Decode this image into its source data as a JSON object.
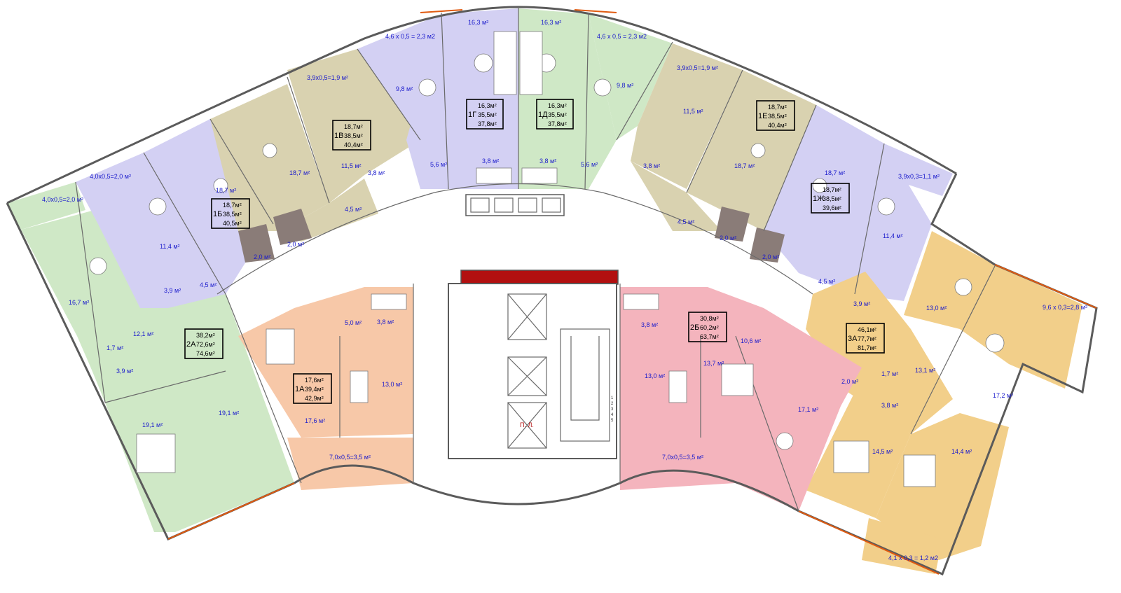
{
  "colors": {
    "violet": "#d3d0f3",
    "green": "#cfe8c6",
    "khaki": "#d9d2b0",
    "orange": "#f7c8a8",
    "pink": "#f4b4bd",
    "yellow": "#f2cf8a",
    "tech": "#8a7c78",
    "shaft_red": "#b21010",
    "wall": "#5b5b5b",
    "glass": "#e05a10"
  },
  "apartments": [
    {
      "id": "1Б",
      "name": "1Б",
      "v1": "18,7м²",
      "v2": "38,5м²",
      "v3": "40,5м²",
      "fill": "violet"
    },
    {
      "id": "1В",
      "name": "1В",
      "v1": "18,7м²",
      "v2": "38,5м²",
      "v3": "40,4м²",
      "fill": "khaki"
    },
    {
      "id": "1Г",
      "name": "1Г",
      "v1": "16,3м²",
      "v2": "35,5м²",
      "v3": "37,8м²",
      "fill": "violet"
    },
    {
      "id": "1Д",
      "name": "1Д",
      "v1": "16,3м²",
      "v2": "35,5м²",
      "v3": "37,8м²",
      "fill": "green"
    },
    {
      "id": "1Е",
      "name": "1Е",
      "v1": "18,7м²",
      "v2": "38,5м²",
      "v3": "40,4м²",
      "fill": "khaki"
    },
    {
      "id": "1Ж",
      "name": "1Ж",
      "v1": "18,7м²",
      "v2": "38,5м²",
      "v3": "39,6м²",
      "fill": "violet"
    },
    {
      "id": "2А",
      "name": "2А",
      "v1": "38,2м²",
      "v2": "72,6м²",
      "v3": "74,6м²",
      "fill": "green"
    },
    {
      "id": "1А",
      "name": "1А",
      "v1": "17,6м²",
      "v2": "39,4м²",
      "v3": "42,9м²",
      "fill": "orange"
    },
    {
      "id": "2Б",
      "name": "2Б",
      "v1": "30,8м²",
      "v2": "60,2м²",
      "v3": "63,7м²",
      "fill": "pink"
    },
    {
      "id": "3А",
      "name": "3А",
      "v1": "46,1м²",
      "v2": "77,7м²",
      "v3": "81,7м²",
      "fill": "yellow"
    }
  ],
  "room_labels": [
    "4,6 x 0,5 = 2,3 м2",
    "16,3 м²",
    "16,3 м²",
    "4,6 x 0,5 = 2,3 м2",
    "3,9x0,5=1,9 м²",
    "9,8 м²",
    "9,8 м²",
    "3,9x0,5=1,9 м²",
    "11,5 м²",
    "11,5 м²",
    "18,7 м²",
    "18,7 м²",
    "18,7 м²",
    "18,7 м²",
    "4,0x0,5=2,0 м²",
    "3,9x0,3=1,1 м²",
    "4,0x0,5=2,0 м²",
    "5,6 м²",
    "3,8 м²",
    "3,8 м²",
    "5,6 м²",
    "3,8 м²",
    "3,8 м²",
    "4,5 м²",
    "4,5 м²",
    "11,4 м²",
    "11,4 м²",
    "2,0 м²",
    "2,0 м²",
    "2,0 м²",
    "2,0 м²",
    "16,7 м²",
    "3,9 м²",
    "4,5 м²",
    "4,5 м²",
    "3,9 м²",
    "13,0 м²",
    "9,6 x 0,3=2,8 м²",
    "12,1 м²",
    "1,7 м²",
    "3,9 м²",
    "19,1 м²",
    "19,1 м²",
    "5,0 м²",
    "3,8 м²",
    "13,0 м²",
    "17,6 м²",
    "7,0x0,5=3,5 м²",
    "3,8 м²",
    "10,6 м²",
    "13,0 м²",
    "13,7 м²",
    "2,0 м²",
    "17,1 м²",
    "7,0x0,5=3,5 м²",
    "13,1 м²",
    "1,7 м²",
    "3,8 м²",
    "17,2 м²",
    "14,5 м²",
    "14,4 м²",
    "4,1 x 0,3 = 1,2 м2"
  ],
  "stair_marker": "П. Л.",
  "stair_steps": [
    "1",
    "2",
    "3",
    "4",
    "5"
  ]
}
